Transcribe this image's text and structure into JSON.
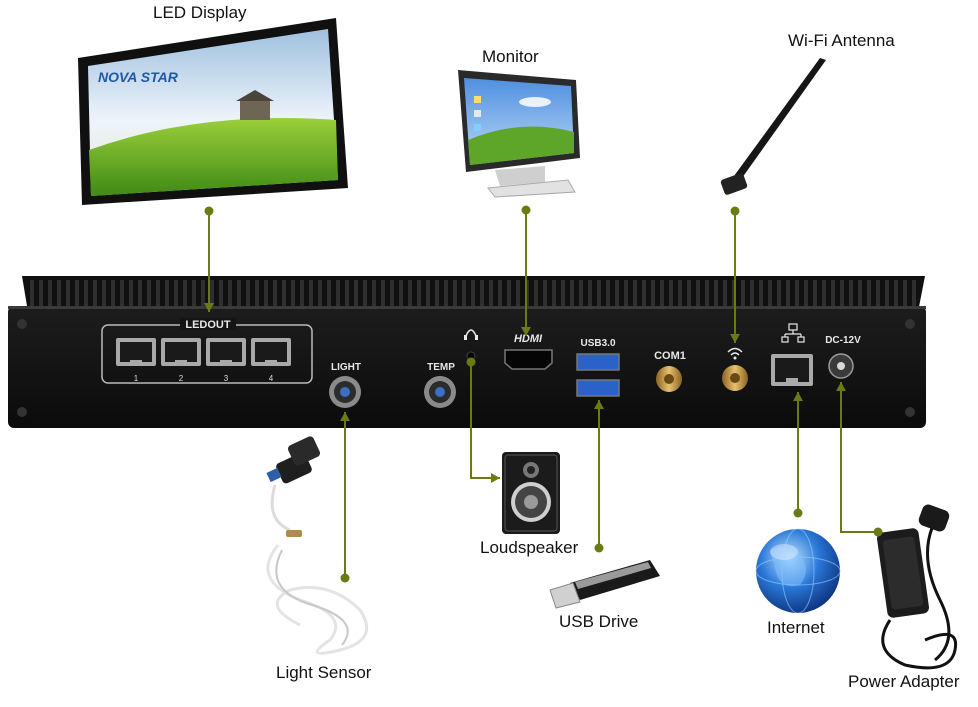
{
  "labels": {
    "led_display": "LED Display",
    "monitor": "Monitor",
    "wifi_antenna": "Wi-Fi Antenna",
    "loudspeaker": "Loudspeaker",
    "usb_drive": "USB Drive",
    "internet": "Internet",
    "light_sensor": "Light Sensor",
    "power_adapter": "Power Adapter"
  },
  "panel": {
    "ledout": "LEDOUT",
    "ledout_ports": [
      "1",
      "2",
      "3",
      "4"
    ],
    "light": "LIGHT",
    "temp": "TEMP",
    "hdmi": "HDMI",
    "usb": "USB3.0",
    "com1": "COM1",
    "dc": "DC-12V"
  },
  "logo_text": "NOVA STAR",
  "colors": {
    "connector": "#6b7a12",
    "device_body": "#141414",
    "usb_port": "#2a62c9",
    "gold": "#c79a3a"
  }
}
